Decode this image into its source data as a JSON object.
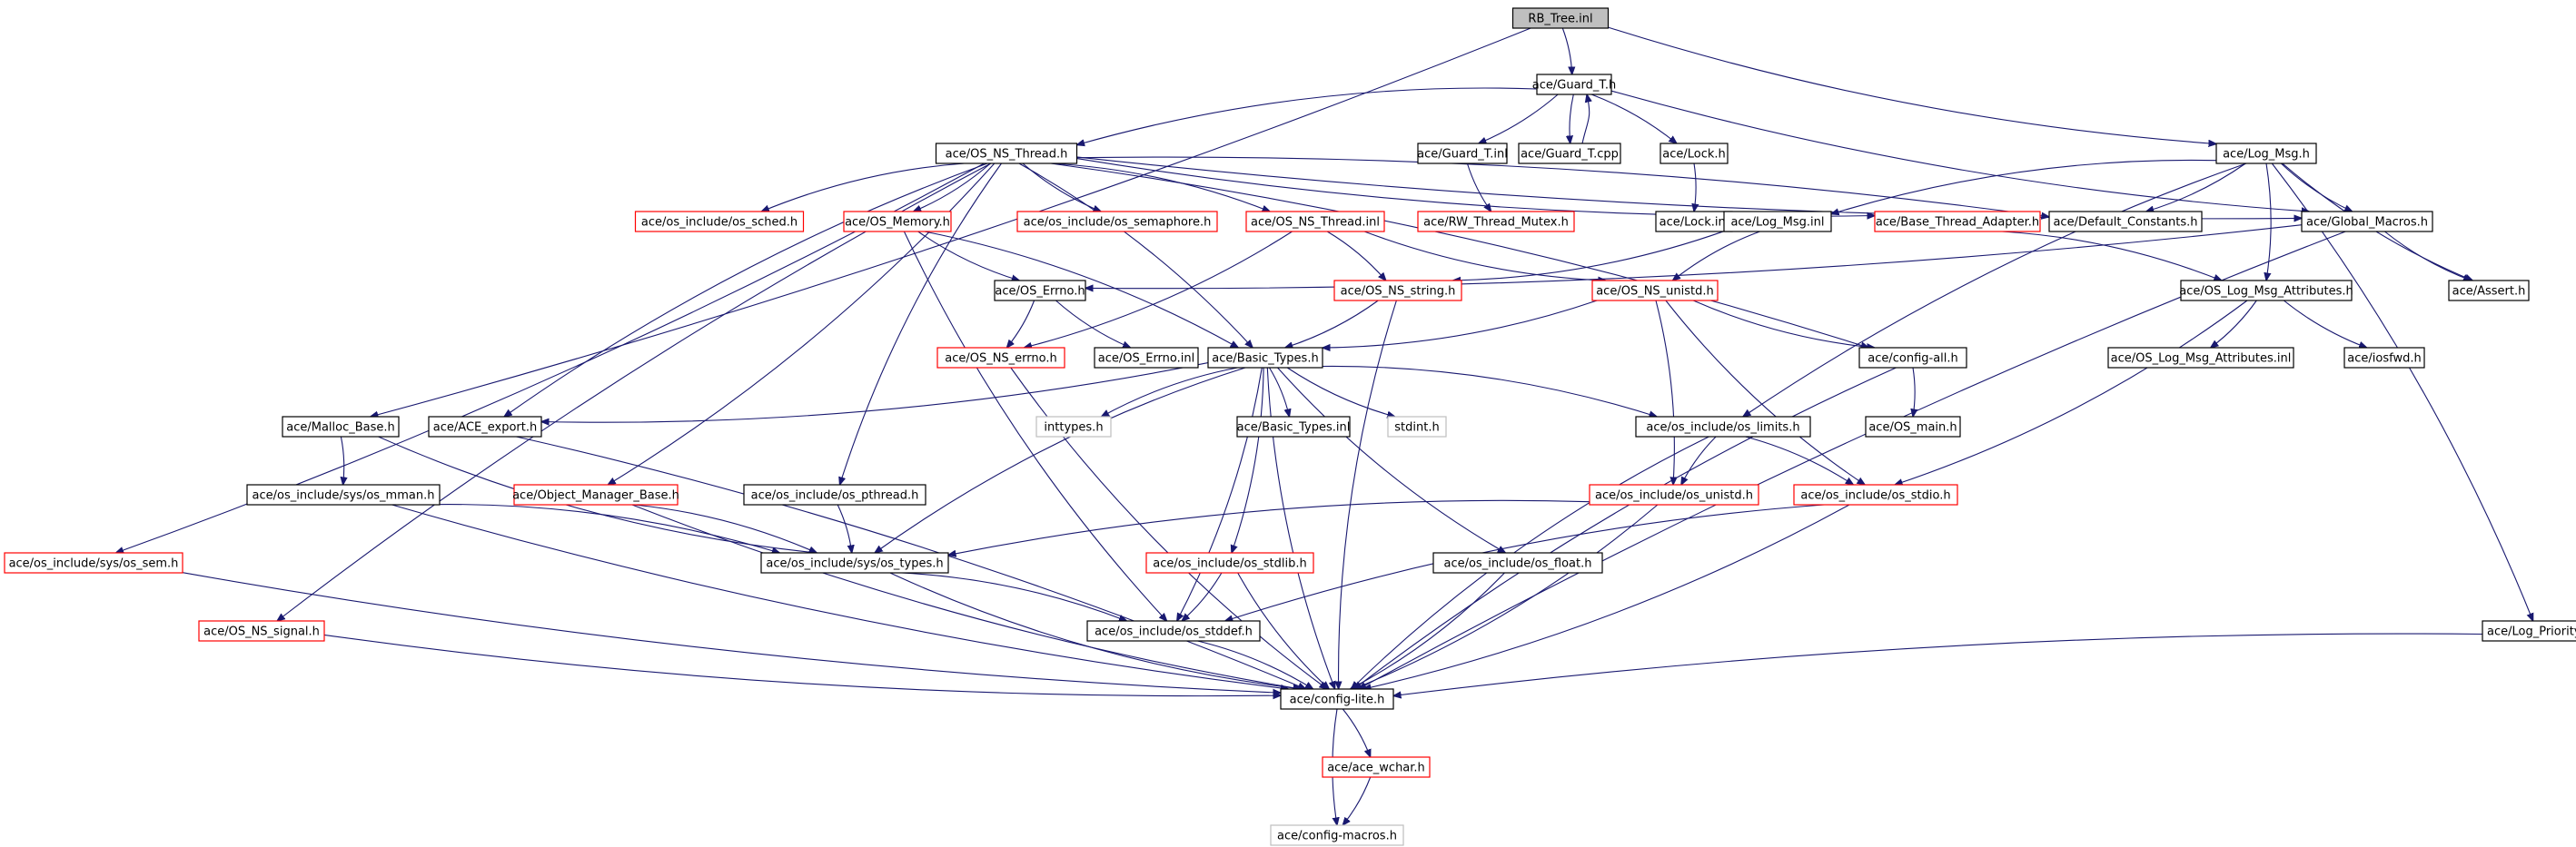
{
  "colors": {
    "edge": "#191970",
    "border_normal": "#000000",
    "border_incomplete": "#ff0000",
    "border_external": "#bfbfbf",
    "root_fill": "#bfbfbf",
    "node_fill": "#ffffff"
  },
  "nodes": [
    {
      "id": "rb_tree_inl",
      "label": "RB_Tree.inl",
      "kind": "root"
    },
    {
      "id": "guard_t_h",
      "label": "ace/Guard_T.h",
      "kind": "normal"
    },
    {
      "id": "os_ns_thread_h",
      "label": "ace/OS_NS_Thread.h",
      "kind": "normal"
    },
    {
      "id": "guard_t_inl",
      "label": "ace/Guard_T.inl",
      "kind": "normal"
    },
    {
      "id": "guard_t_cpp",
      "label": "ace/Guard_T.cpp",
      "kind": "normal"
    },
    {
      "id": "lock_h",
      "label": "ace/Lock.h",
      "kind": "normal"
    },
    {
      "id": "log_msg_h",
      "label": "ace/Log_Msg.h",
      "kind": "normal"
    },
    {
      "id": "os_sched_h",
      "label": "ace/os_include/os_sched.h",
      "kind": "incomplete"
    },
    {
      "id": "os_memory_h",
      "label": "ace/OS_Memory.h",
      "kind": "incomplete"
    },
    {
      "id": "os_semaphore_h",
      "label": "ace/os_include/os_semaphore.h",
      "kind": "incomplete"
    },
    {
      "id": "os_ns_thread_inl",
      "label": "ace/OS_NS_Thread.inl",
      "kind": "incomplete"
    },
    {
      "id": "rw_thread_mutex_h",
      "label": "ace/RW_Thread_Mutex.h",
      "kind": "incomplete"
    },
    {
      "id": "lock_inl",
      "label": "ace/Lock.inl",
      "kind": "normal"
    },
    {
      "id": "log_msg_inl",
      "label": "ace/Log_Msg.inl",
      "kind": "normal"
    },
    {
      "id": "base_thread_adapter_h",
      "label": "ace/Base_Thread_Adapter.h",
      "kind": "incomplete"
    },
    {
      "id": "default_constants_h",
      "label": "ace/Default_Constants.h",
      "kind": "normal"
    },
    {
      "id": "global_macros_h",
      "label": "ace/Global_Macros.h",
      "kind": "normal"
    },
    {
      "id": "os_errno_h",
      "label": "ace/OS_Errno.h",
      "kind": "normal"
    },
    {
      "id": "os_ns_string_h",
      "label": "ace/OS_NS_string.h",
      "kind": "incomplete"
    },
    {
      "id": "os_ns_unistd_h",
      "label": "ace/OS_NS_unistd.h",
      "kind": "incomplete"
    },
    {
      "id": "os_log_msg_attributes_h",
      "label": "ace/OS_Log_Msg_Attributes.h",
      "kind": "normal"
    },
    {
      "id": "assert_h",
      "label": "ace/Assert.h",
      "kind": "normal"
    },
    {
      "id": "os_ns_errno_h",
      "label": "ace/OS_NS_errno.h",
      "kind": "incomplete"
    },
    {
      "id": "os_errno_inl",
      "label": "ace/OS_Errno.inl",
      "kind": "normal"
    },
    {
      "id": "basic_types_h",
      "label": "ace/Basic_Types.h",
      "kind": "normal"
    },
    {
      "id": "config_all_h",
      "label": "ace/config-all.h",
      "kind": "normal"
    },
    {
      "id": "os_log_msg_attributes_inl",
      "label": "ace/OS_Log_Msg_Attributes.inl",
      "kind": "normal"
    },
    {
      "id": "iosfwd_h",
      "label": "ace/iosfwd.h",
      "kind": "normal"
    },
    {
      "id": "malloc_base_h",
      "label": "ace/Malloc_Base.h",
      "kind": "normal"
    },
    {
      "id": "ace_export_h",
      "label": "ace/ACE_export.h",
      "kind": "normal"
    },
    {
      "id": "inttypes_h",
      "label": "inttypes.h",
      "kind": "external"
    },
    {
      "id": "basic_types_inl",
      "label": "ace/Basic_Types.inl",
      "kind": "normal"
    },
    {
      "id": "stdint_h",
      "label": "stdint.h",
      "kind": "external"
    },
    {
      "id": "os_limits_h",
      "label": "ace/os_include/os_limits.h",
      "kind": "normal"
    },
    {
      "id": "os_main_h",
      "label": "ace/OS_main.h",
      "kind": "normal"
    },
    {
      "id": "os_mman_h",
      "label": "ace/os_include/sys/os_mman.h",
      "kind": "normal"
    },
    {
      "id": "object_manager_base_h",
      "label": "ace/Object_Manager_Base.h",
      "kind": "incomplete"
    },
    {
      "id": "os_pthread_h",
      "label": "ace/os_include/os_pthread.h",
      "kind": "normal"
    },
    {
      "id": "os_unistd_h",
      "label": "ace/os_include/os_unistd.h",
      "kind": "incomplete"
    },
    {
      "id": "os_stdio_h",
      "label": "ace/os_include/os_stdio.h",
      "kind": "incomplete"
    },
    {
      "id": "os_sem_h",
      "label": "ace/os_include/sys/os_sem.h",
      "kind": "incomplete"
    },
    {
      "id": "os_types_h",
      "label": "ace/os_include/sys/os_types.h",
      "kind": "normal"
    },
    {
      "id": "os_stdlib_h",
      "label": "ace/os_include/os_stdlib.h",
      "kind": "incomplete"
    },
    {
      "id": "os_float_h",
      "label": "ace/os_include/os_float.h",
      "kind": "normal"
    },
    {
      "id": "os_ns_signal_h",
      "label": "ace/OS_NS_signal.h",
      "kind": "incomplete"
    },
    {
      "id": "os_stddef_h",
      "label": "ace/os_include/os_stddef.h",
      "kind": "normal"
    },
    {
      "id": "log_priority_h",
      "label": "ace/Log_Priority.h",
      "kind": "normal"
    },
    {
      "id": "config_lite_h",
      "label": "ace/config-lite.h",
      "kind": "normal"
    },
    {
      "id": "ace_wchar_h",
      "label": "ace/ace_wchar.h",
      "kind": "incomplete"
    },
    {
      "id": "config_macros_h",
      "label": "ace/config-macros.h",
      "kind": "external"
    }
  ],
  "edges": [
    [
      "rb_tree_inl",
      "guard_t_h"
    ],
    [
      "rb_tree_inl",
      "log_msg_h"
    ],
    [
      "rb_tree_inl",
      "malloc_base_h"
    ],
    [
      "guard_t_h",
      "os_ns_thread_h"
    ],
    [
      "guard_t_h",
      "guard_t_inl"
    ],
    [
      "guard_t_h",
      "guard_t_cpp"
    ],
    [
      "guard_t_h",
      "lock_h"
    ],
    [
      "guard_t_h",
      "global_macros_h"
    ],
    [
      "guard_t_cpp",
      "guard_t_h"
    ],
    [
      "guard_t_inl",
      "rw_thread_mutex_h"
    ],
    [
      "lock_h",
      "lock_inl"
    ],
    [
      "os_ns_thread_h",
      "os_sched_h"
    ],
    [
      "os_ns_thread_h",
      "os_memory_h"
    ],
    [
      "os_ns_thread_h",
      "os_semaphore_h"
    ],
    [
      "os_ns_thread_h",
      "os_ns_thread_inl"
    ],
    [
      "os_ns_thread_h",
      "base_thread_adapter_h"
    ],
    [
      "os_ns_thread_h",
      "default_constants_h"
    ],
    [
      "os_ns_thread_h",
      "global_macros_h"
    ],
    [
      "os_ns_thread_h",
      "basic_types_h"
    ],
    [
      "os_ns_thread_h",
      "ace_export_h"
    ],
    [
      "os_ns_thread_h",
      "object_manager_base_h"
    ],
    [
      "os_ns_thread_h",
      "os_pthread_h"
    ],
    [
      "os_ns_thread_h",
      "os_sem_h"
    ],
    [
      "os_ns_thread_h",
      "os_ns_signal_h"
    ],
    [
      "os_ns_thread_h",
      "config_all_h"
    ],
    [
      "os_memory_h",
      "os_errno_h"
    ],
    [
      "os_memory_h",
      "basic_types_h"
    ],
    [
      "os_memory_h",
      "os_stddef_h"
    ],
    [
      "os_ns_thread_inl",
      "os_ns_string_h"
    ],
    [
      "os_ns_thread_inl",
      "os_ns_unistd_h"
    ],
    [
      "os_ns_thread_inl",
      "os_ns_errno_h"
    ],
    [
      "log_msg_h",
      "log_msg_inl"
    ],
    [
      "log_msg_h",
      "default_constants_h"
    ],
    [
      "log_msg_h",
      "global_macros_h"
    ],
    [
      "log_msg_h",
      "os_log_msg_attributes_h"
    ],
    [
      "log_msg_h",
      "assert_h"
    ],
    [
      "log_msg_h",
      "log_priority_h"
    ],
    [
      "log_msg_h",
      "os_limits_h"
    ],
    [
      "log_msg_inl",
      "os_ns_string_h"
    ],
    [
      "log_msg_inl",
      "os_ns_unistd_h"
    ],
    [
      "base_thread_adapter_h",
      "os_log_msg_attributes_h"
    ],
    [
      "global_macros_h",
      "assert_h"
    ],
    [
      "global_macros_h",
      "os_errno_h"
    ],
    [
      "global_macros_h",
      "config_lite_h"
    ],
    [
      "os_errno_h",
      "os_ns_errno_h"
    ],
    [
      "os_errno_h",
      "os_errno_inl"
    ],
    [
      "os_ns_string_h",
      "basic_types_h"
    ],
    [
      "os_ns_string_h",
      "config_lite_h"
    ],
    [
      "os_ns_unistd_h",
      "basic_types_h"
    ],
    [
      "os_ns_unistd_h",
      "config_all_h"
    ],
    [
      "os_ns_unistd_h",
      "os_unistd_h"
    ],
    [
      "os_ns_unistd_h",
      "os_stdio_h"
    ],
    [
      "os_log_msg_attributes_h",
      "os_log_msg_attributes_inl"
    ],
    [
      "os_log_msg_attributes_h",
      "iosfwd_h"
    ],
    [
      "os_log_msg_attributes_h",
      "os_stdio_h"
    ],
    [
      "os_ns_errno_h",
      "config_lite_h"
    ],
    [
      "basic_types_h",
      "ace_export_h"
    ],
    [
      "basic_types_h",
      "inttypes_h"
    ],
    [
      "basic_types_h",
      "basic_types_inl"
    ],
    [
      "basic_types_h",
      "stdint_h"
    ],
    [
      "basic_types_h",
      "os_limits_h"
    ],
    [
      "basic_types_h",
      "os_types_h"
    ],
    [
      "basic_types_h",
      "os_stdlib_h"
    ],
    [
      "basic_types_h",
      "os_float_h"
    ],
    [
      "basic_types_h",
      "os_stddef_h"
    ],
    [
      "basic_types_h",
      "config_lite_h"
    ],
    [
      "config_all_h",
      "os_main_h"
    ],
    [
      "config_all_h",
      "config_lite_h"
    ],
    [
      "malloc_base_h",
      "os_mman_h"
    ],
    [
      "malloc_base_h",
      "os_types_h"
    ],
    [
      "ace_export_h",
      "config_lite_h"
    ],
    [
      "os_limits_h",
      "os_unistd_h"
    ],
    [
      "os_limits_h",
      "os_stdio_h"
    ],
    [
      "os_limits_h",
      "config_lite_h"
    ],
    [
      "os_mman_h",
      "os_types_h"
    ],
    [
      "os_mman_h",
      "config_lite_h"
    ],
    [
      "object_manager_base_h",
      "os_types_h"
    ],
    [
      "object_manager_base_h",
      "config_lite_h"
    ],
    [
      "os_pthread_h",
      "os_types_h"
    ],
    [
      "os_unistd_h",
      "os_types_h"
    ],
    [
      "os_unistd_h",
      "config_lite_h"
    ],
    [
      "os_stdio_h",
      "os_stddef_h"
    ],
    [
      "os_stdio_h",
      "config_lite_h"
    ],
    [
      "os_sem_h",
      "config_lite_h"
    ],
    [
      "os_types_h",
      "os_stddef_h"
    ],
    [
      "os_types_h",
      "config_lite_h"
    ],
    [
      "os_stdlib_h",
      "os_stddef_h"
    ],
    [
      "os_stdlib_h",
      "config_lite_h"
    ],
    [
      "os_float_h",
      "config_lite_h"
    ],
    [
      "os_ns_signal_h",
      "config_lite_h"
    ],
    [
      "os_stddef_h",
      "config_lite_h"
    ],
    [
      "log_priority_h",
      "config_lite_h"
    ],
    [
      "config_lite_h",
      "ace_wchar_h"
    ],
    [
      "config_lite_h",
      "config_macros_h"
    ],
    [
      "ace_wchar_h",
      "config_macros_h"
    ]
  ]
}
